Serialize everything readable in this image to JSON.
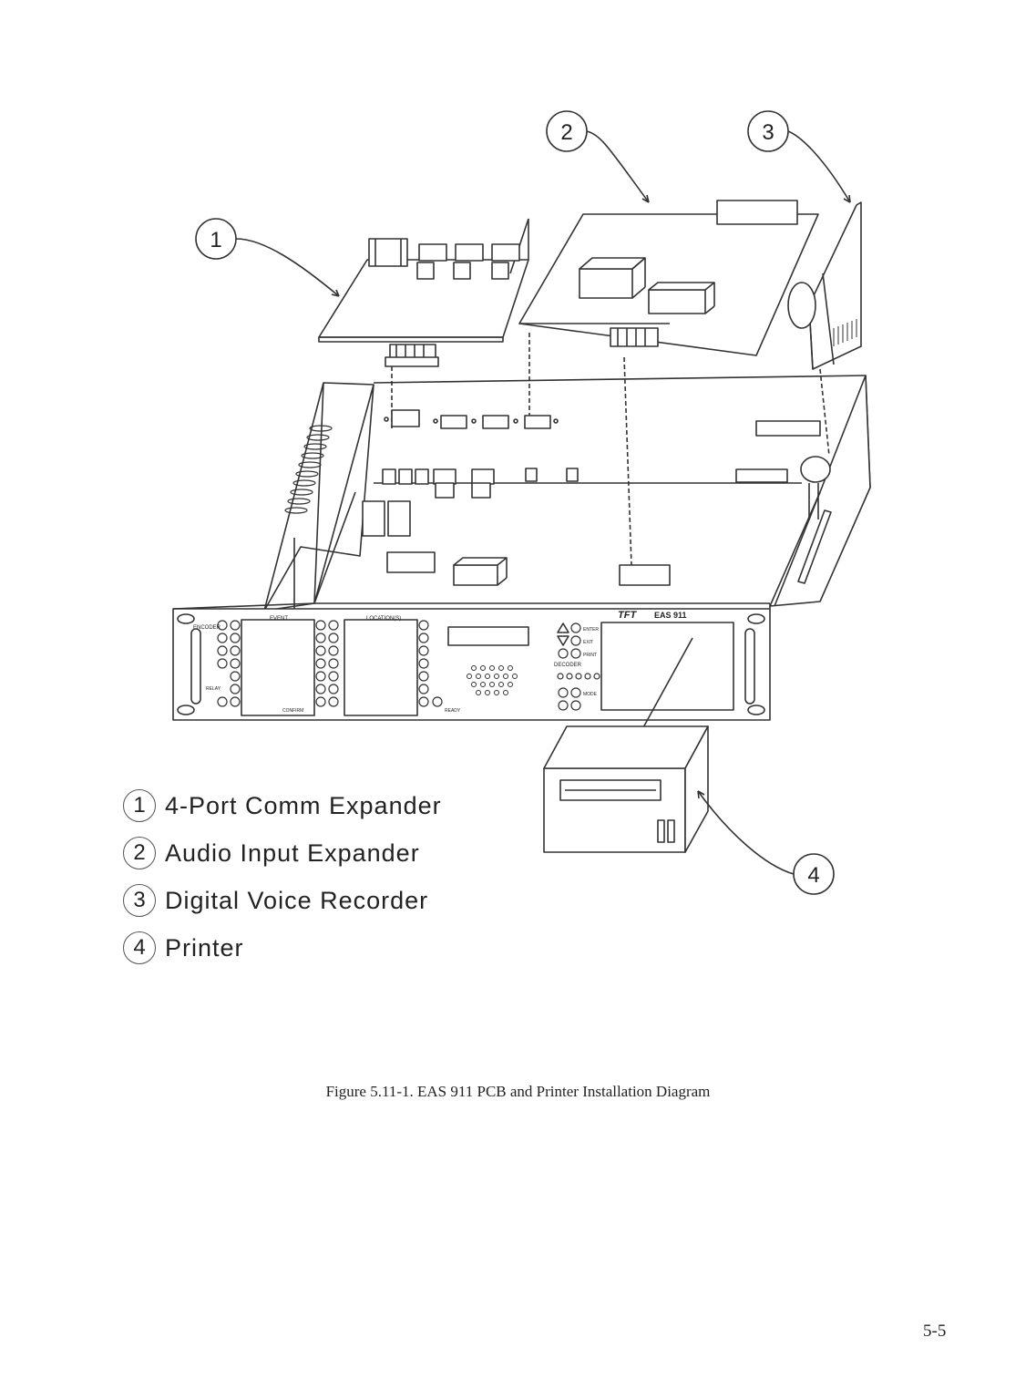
{
  "callouts": {
    "c1": "1",
    "c2": "2",
    "c3": "3",
    "c4": "4"
  },
  "panel": {
    "brand": "TFT",
    "model": "EAS 911",
    "encoder": "ENCODER",
    "decoder": "DECODER",
    "event": "EVENT",
    "locations": "LOCATION(S)",
    "ready": "READY",
    "enter": "ENTER",
    "exit": "EXIT",
    "print": "PRINT",
    "mode": "MODE",
    "relay": "RELAY",
    "confirm": "CONFIRM"
  },
  "legend": [
    {
      "number": "1",
      "label": "4-Port Comm Expander"
    },
    {
      "number": "2",
      "label": "Audio Input Expander"
    },
    {
      "number": "3",
      "label": "Digital Voice Recorder"
    },
    {
      "number": "4",
      "label": "Printer"
    }
  ],
  "caption": "Figure 5.11-1.  EAS 911 PCB and Printer Installation Diagram",
  "page_number": "5-5",
  "colors": {
    "ink": "#222222",
    "line": "#333333",
    "background": "#ffffff"
  }
}
